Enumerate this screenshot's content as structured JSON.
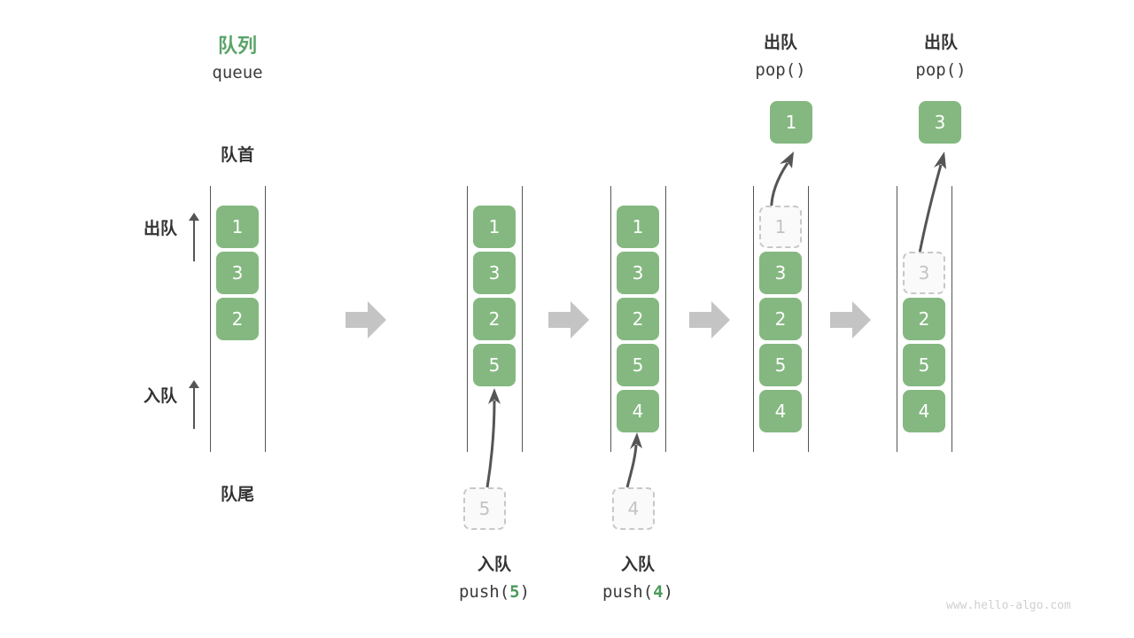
{
  "diagram": {
    "title_cn": "队列",
    "title_en": "queue",
    "front_label": "队首",
    "back_label": "队尾",
    "dequeue_label": "出队",
    "enqueue_label": "入队",
    "watermark": "www.hello-algo.com"
  },
  "colors": {
    "element": "#84b880",
    "element_text": "#ffffff",
    "ghost_fill": "#fafafa",
    "ghost_border": "#c8c8c8",
    "ghost_text": "#c3c3c3",
    "rail": "#555555",
    "arrow": "#555555",
    "step_arrow": "#c4c4c4",
    "title_green": "#5aa469",
    "text": "#333333"
  },
  "columns": [
    {
      "id": "initial",
      "cells": [
        {
          "value": "1",
          "state": "filled"
        },
        {
          "value": "3",
          "state": "filled"
        },
        {
          "value": "2",
          "state": "filled"
        }
      ]
    },
    {
      "id": "after-push-5",
      "cells": [
        {
          "value": "1",
          "state": "filled"
        },
        {
          "value": "3",
          "state": "filled"
        },
        {
          "value": "2",
          "state": "filled"
        },
        {
          "value": "5",
          "state": "filled"
        }
      ],
      "incoming": {
        "value": "5",
        "state": "ghost"
      },
      "caption_cn": "入队",
      "caption_code_pre": "push(",
      "caption_code_num": "5",
      "caption_code_post": ")"
    },
    {
      "id": "after-push-4",
      "cells": [
        {
          "value": "1",
          "state": "filled"
        },
        {
          "value": "3",
          "state": "filled"
        },
        {
          "value": "2",
          "state": "filled"
        },
        {
          "value": "5",
          "state": "filled"
        },
        {
          "value": "4",
          "state": "filled"
        }
      ],
      "incoming": {
        "value": "4",
        "state": "ghost"
      },
      "caption_cn": "入队",
      "caption_code_pre": "push(",
      "caption_code_num": "4",
      "caption_code_post": ")"
    },
    {
      "id": "after-pop-1",
      "header_cn": "出队",
      "header_code": "pop()",
      "popped": {
        "value": "1",
        "state": "filled"
      },
      "cells": [
        {
          "value": "1",
          "state": "ghost"
        },
        {
          "value": "3",
          "state": "filled"
        },
        {
          "value": "2",
          "state": "filled"
        },
        {
          "value": "5",
          "state": "filled"
        },
        {
          "value": "4",
          "state": "filled"
        }
      ]
    },
    {
      "id": "after-pop-3",
      "header_cn": "出队",
      "header_code": "pop()",
      "popped": {
        "value": "3",
        "state": "filled"
      },
      "cells": [
        {
          "value": "",
          "state": "empty"
        },
        {
          "value": "3",
          "state": "ghost"
        },
        {
          "value": "2",
          "state": "filled"
        },
        {
          "value": "5",
          "state": "filled"
        },
        {
          "value": "4",
          "state": "filled"
        }
      ]
    }
  ]
}
